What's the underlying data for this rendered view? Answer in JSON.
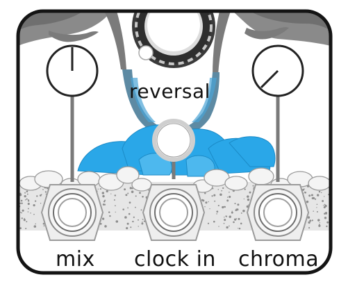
{
  "module": {
    "labels": {
      "reversal": "reversal",
      "mix": "mix",
      "clock_in": "clock in",
      "chroma": "chroma"
    },
    "colors": {
      "background": "#ffffff",
      "frame": "#141414",
      "tree_gray": "#777777",
      "water_blue": "#2aa7e8",
      "rock_white": "#f4f4f4",
      "jack_gray": "#cfcfcf"
    },
    "controls": [
      {
        "id": "mix_knob",
        "icon": "knob-icon",
        "position": "12 o'clock"
      },
      {
        "id": "chroma_knob",
        "icon": "knob-icon",
        "position": "7:30 o'clock"
      },
      {
        "id": "reversal_button",
        "icon": "push-button-icon"
      },
      {
        "id": "top_encoder",
        "icon": "encoder-icon"
      },
      {
        "id": "mix_jack",
        "icon": "jack-icon"
      },
      {
        "id": "clock_in_jack",
        "icon": "jack-icon"
      },
      {
        "id": "chroma_jack",
        "icon": "jack-icon"
      }
    ]
  }
}
